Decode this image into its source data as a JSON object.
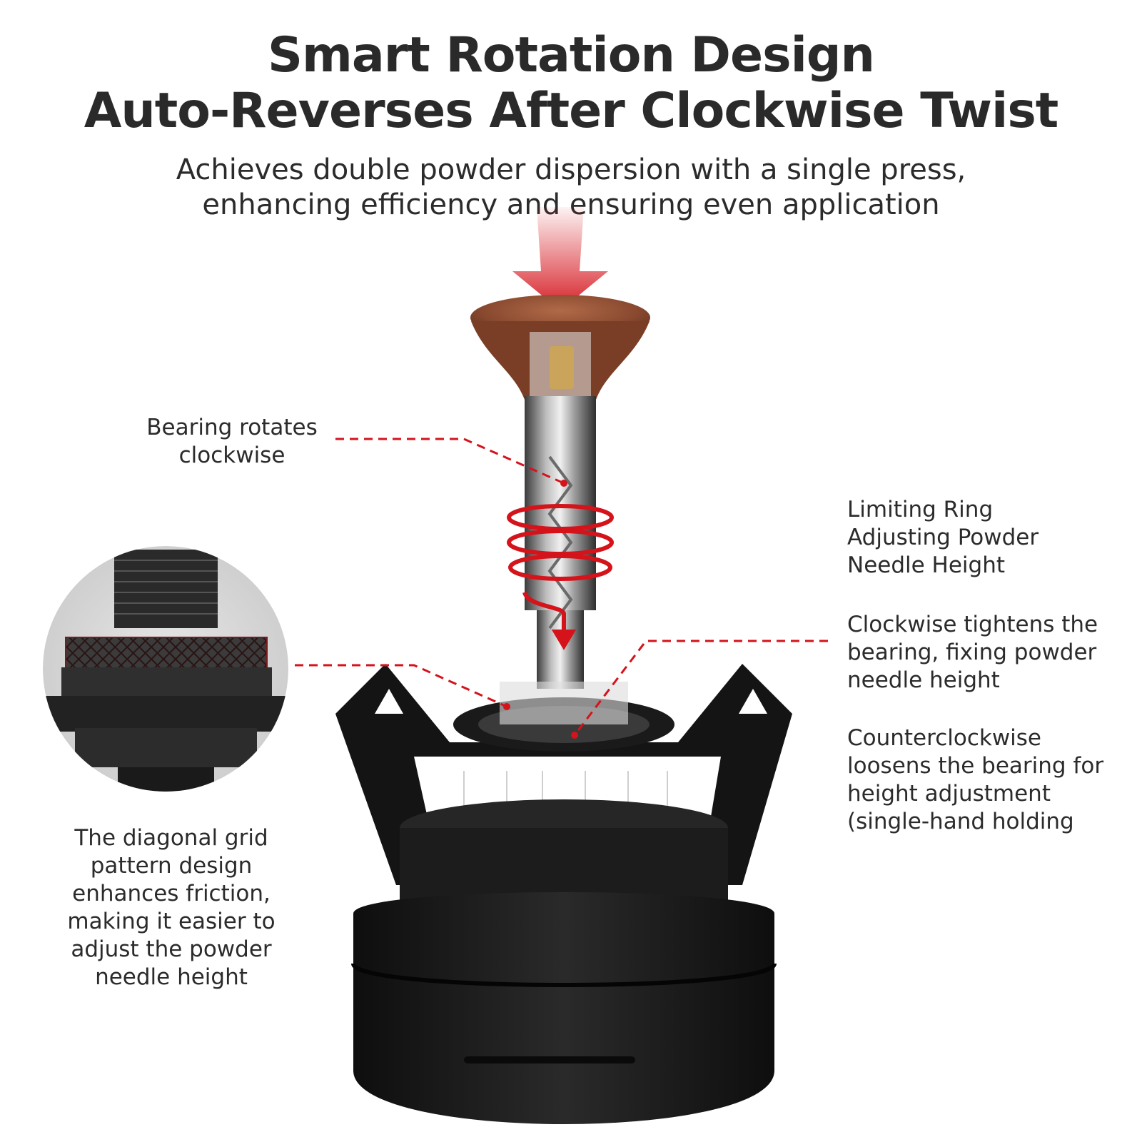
{
  "header": {
    "title_line1": "Smart Rotation Design",
    "title_line2": "Auto-Reverses After Clockwise Twist",
    "subtitle_line1": "Achieves double powder dispersion with a single press,",
    "subtitle_line2": "enhancing efficiency and ensuring even application"
  },
  "callouts": {
    "bearing": {
      "lines": [
        "Bearing rotates",
        "clockwise"
      ]
    },
    "limiting_ring": {
      "lines": [
        "Limiting Ring",
        "Adjusting Powder",
        "Needle Height"
      ]
    },
    "clockwise": {
      "lines": [
        "Clockwise tightens the",
        "bearing, fixing powder",
        "needle height"
      ]
    },
    "counterclockwise": {
      "lines": [
        "Counterclockwise",
        "loosens the bearing for",
        "height adjustment",
        "(single-hand holding"
      ]
    },
    "grid": {
      "lines": [
        "The diagonal grid",
        "pattern design",
        "enhances friction,",
        "making it easier to",
        "adjust the powder",
        "needle height"
      ]
    }
  },
  "colors": {
    "accent_red": "#d4131b",
    "text": "#2b2b2b",
    "wood": "#8a4a30",
    "metal_dark": "#1c1c1c"
  }
}
